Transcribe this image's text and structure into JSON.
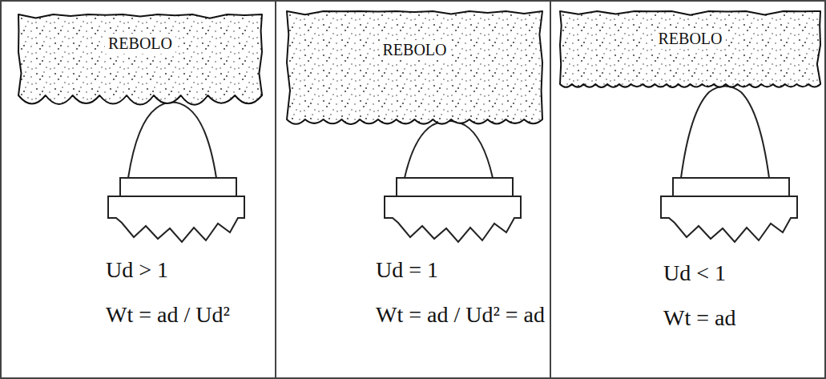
{
  "diagram": {
    "nodes": [
      {
        "text": [
          "Ud > 1",
          "Wt = ad / Ud²"
        ]
      },
      {
        "text": [
          "REBOLO"
        ],
        "in": 0
      },
      {
        "text": [
          "Ud = 1",
          "Wt = ad / Ud² = ad"
        ]
      },
      {
        "text": [
          "REBOLO"
        ],
        "in": 2
      },
      {
        "text": [
          "Ud < 1",
          "Wt = ad"
        ]
      },
      {
        "text": [
          "REBOLO"
        ],
        "in": 4
      }
    ]
  }
}
